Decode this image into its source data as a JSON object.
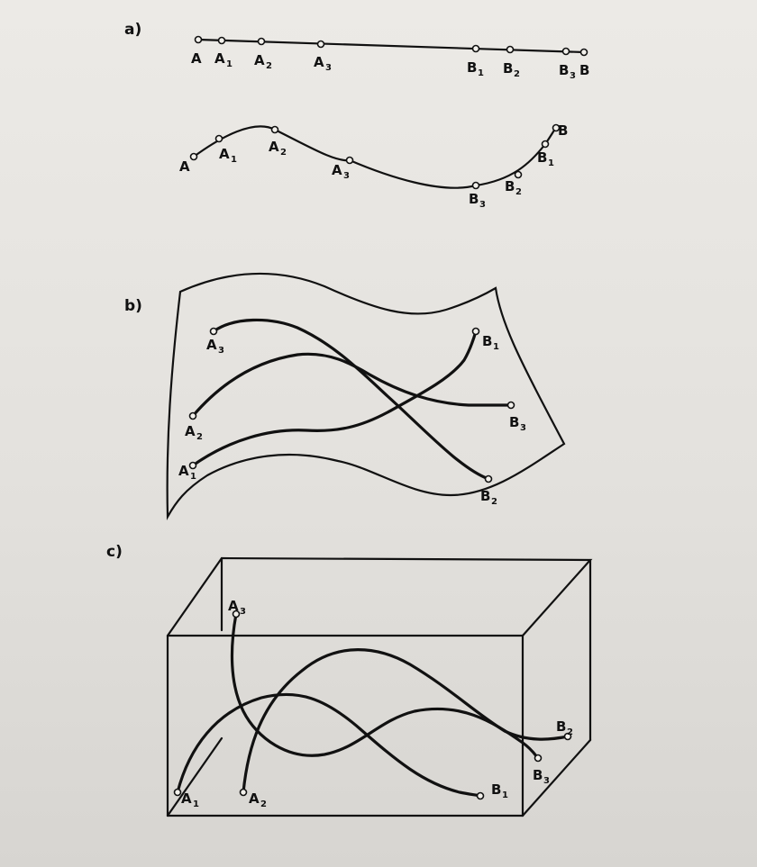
{
  "panels": {
    "a": "a)",
    "b": "b)",
    "c": "c)"
  },
  "labels": {
    "A": "A",
    "A1": "A",
    "A2": "A",
    "A3": "A",
    "B": "B",
    "B1": "B",
    "B2": "B",
    "B3": "B",
    "sub1": "1",
    "sub2": "2",
    "sub3": "3"
  }
}
